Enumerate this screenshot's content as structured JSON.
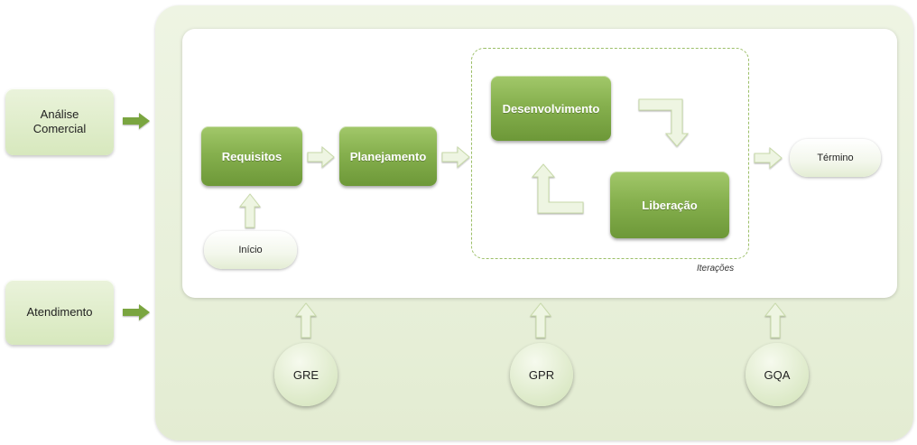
{
  "left_inputs": {
    "analise": "Análise\nComercial",
    "atendimento": "Atendimento"
  },
  "process": {
    "requisitos": "Requisitos",
    "planejamento": "Planejamento",
    "desenvolvimento": "Desenvolvimento",
    "liberacao": "Liberação"
  },
  "terminals": {
    "inicio": "Início",
    "termino": "Término"
  },
  "iterations_label": "Iterações",
  "support": [
    "GRE",
    "GPR",
    "GQA"
  ],
  "colors": {
    "dark_arrow": "#7aa53f",
    "light_arrow": "#e8f2d8",
    "process_green": "#86b04e",
    "frame_bg": "#e8f0da",
    "dashed_border": "#9cbf68"
  }
}
